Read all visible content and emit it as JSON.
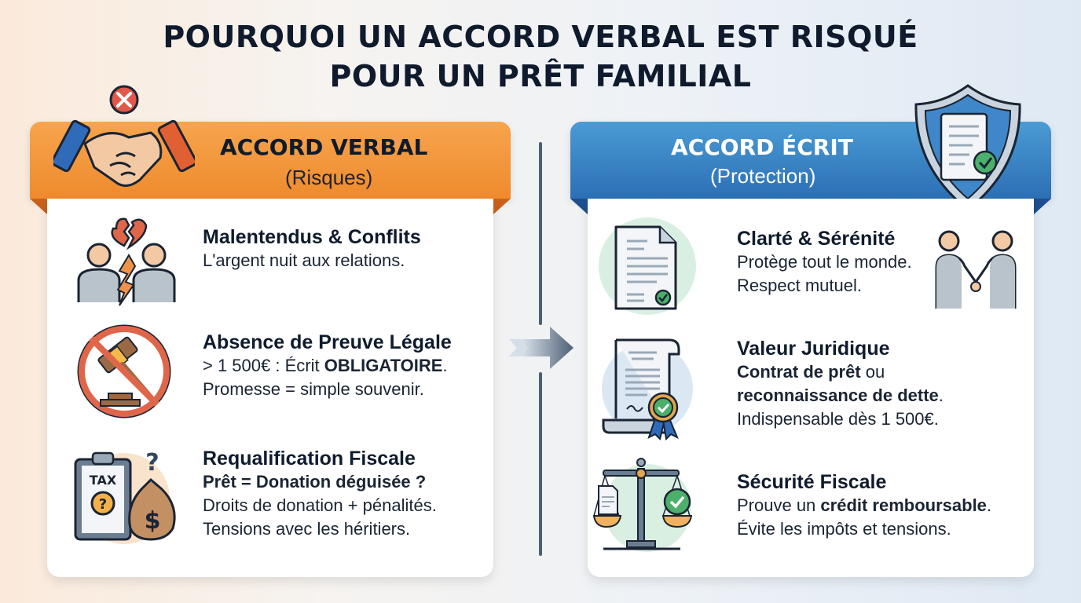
{
  "title": {
    "line1": "POURQUOI UN ACCORD VERBAL EST RISQUÉ",
    "line2": "POUR UN PRÊT FAMILIAL"
  },
  "colors": {
    "verbal_accent": "#ef8a2d",
    "ecrit_accent": "#2c6fb5",
    "text_dark": "#0f1b2d",
    "danger_red": "#e0584a",
    "success_green": "#4caf6a"
  },
  "left_panel": {
    "title": "ACCORD VERBAL",
    "subtitle": "(Risques)",
    "header_icon": "handshake-with-x-icon",
    "items": [
      {
        "icon": "broken-relationship-icon",
        "heading": "Malentendus & Conflits",
        "lines": [
          "L'argent nuit aux relations."
        ]
      },
      {
        "icon": "no-gavel-icon",
        "heading": "Absence de Preuve Légale",
        "line1_prefix": "> 1 500€ : Écrit ",
        "line1_bold": "OBLIGATOIRE",
        "line1_suffix": ".",
        "line2": "Promesse = simple souvenir."
      },
      {
        "icon": "tax-money-bag-icon",
        "heading": "Requalification Fiscale",
        "bold_line": "Prêt = Donation déguisée ?",
        "line2": "Droits de donation + pénalités.",
        "line3": "Tensions avec les héritiers."
      }
    ]
  },
  "right_panel": {
    "title": "ACCORD ÉCRIT",
    "subtitle": "(Protection)",
    "header_icon": "shield-document-check-icon",
    "items": [
      {
        "icon": "document-check-icon",
        "heading": "Clarté & Sérénité",
        "line1": "Protège tout le monde.",
        "line2": "Respect mutuel.",
        "side_icon": "people-handshake-icon"
      },
      {
        "icon": "certified-scroll-icon",
        "heading": "Valeur Juridique",
        "line1_bold": "Contrat de prêt",
        "line1_suffix": " ou",
        "line2_bold": "reconnaissance de dette",
        "line2_suffix": ".",
        "line3": "Indispensable dès 1 500€."
      },
      {
        "icon": "balance-scale-check-icon",
        "heading": "Sécurité Fiscale",
        "line1_prefix": "Prouve un ",
        "line1_bold": "crédit remboursable",
        "line1_suffix": ".",
        "line2": "Évite les impôts et tensions."
      }
    ]
  },
  "center": {
    "arrow_icon": "arrow-right-icon"
  }
}
